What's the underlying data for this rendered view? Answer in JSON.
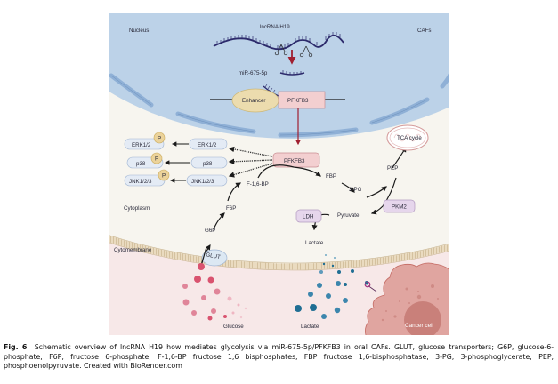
{
  "diagram": {
    "regions": {
      "nucleus": "Nucleus",
      "cell": "CAFs",
      "cytoplasm": "Cytoplasm",
      "cytomembrane": "Cytomembrane"
    },
    "nucleus_items": {
      "lncrna": "lncRNA H19",
      "mirna": "miR-675-5p",
      "enhancer": "Enhancer",
      "gene": "PFKFB3"
    },
    "signaling": {
      "hub": "PFKFB3",
      "kinases": [
        {
          "label": "ERK1/2",
          "phospho_label": "ERK1/2",
          "p": "P"
        },
        {
          "label": "p38",
          "phospho_label": "p38",
          "p": "P"
        },
        {
          "label": "JNK1/2/3",
          "phospho_label": "JNK1/2/3",
          "p": "P"
        }
      ]
    },
    "glycolysis": {
      "transporter": "GLUT",
      "g6p": "G6P",
      "f6p": "F6P",
      "f16bp": "F-1,6-BP",
      "fbp": "FBP",
      "pg3": "3-PG",
      "pep": "PEP",
      "tca": "TCA cycle",
      "pkm2": "PKM2",
      "pyruvate": "Pyruvate",
      "ldh": "LDH",
      "lactate_in": "Lactate"
    },
    "extracellular": {
      "glucose": "Glucose",
      "lactate": "Lactate",
      "cancer_cell": "Cancer cell"
    },
    "colors": {
      "nucleus": "#bcd2e8",
      "nuclear_envelope": "#8fb0d6",
      "cytoplasm": "#f7f5ef",
      "extracellular": "#f7e8e8",
      "membrane": "#e6d3b3",
      "pink_box": "#f3cfd0",
      "purple_box": "#e6d6ec",
      "kinase_box": "#e4ebf5",
      "phospho": "#ecd39a",
      "enhancer": "#ecdcae",
      "glucose": "#d9536f",
      "lactate": "#1f6e93",
      "cancer_cell": "#e0a5a0",
      "arrow_red": "#a01f30"
    }
  },
  "caption": {
    "fig_label": "Fig. 6",
    "text": "Schematic overview of lncRNA H19 how mediates glycolysis via miR-675-5p/PFKFB3 in oral CAFs. GLUT, glucose transporters; G6P, glucose-6-phosphate; F6P, fructose 6-phosphate; F-1,6-BP fructose 1,6 bisphosphates, FBP fructose 1,6-bisphosphatase; 3-PG, 3-phosphoglycerate; PEP, phosphoenolpyruvate. Created with BioRender.com"
  }
}
